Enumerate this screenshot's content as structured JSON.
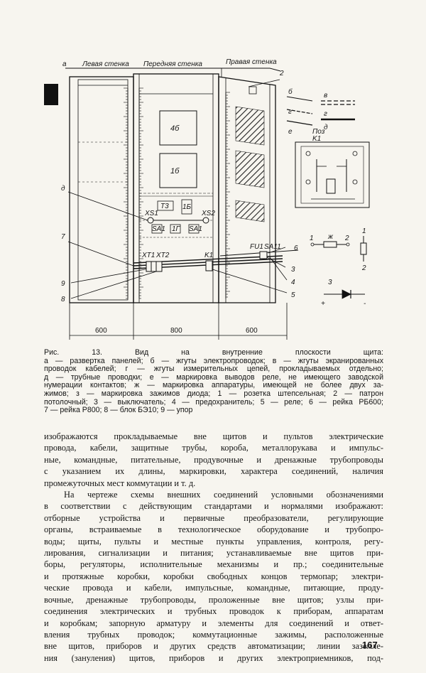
{
  "figure": {
    "labels": {
      "wall_left": "Левая стенка",
      "wall_front": "Передняя стенка",
      "wall_right": "Правая стенка",
      "marker_a": "а",
      "marker_b": "б",
      "marker_v": "в",
      "marker_g1": "г",
      "marker_g2": "г",
      "marker_d": "д",
      "marker_e": "е",
      "marker_zh": "ж",
      "marker_d_left": "д",
      "block_4b": "4б",
      "block_1b": "1б",
      "tag_t3": "Т3",
      "tag_1b": "1Б",
      "tag_sa1": "SA1",
      "tag_1g": "1Г",
      "tag_sa1b": "SA1",
      "xs1": "XS1",
      "xs2": "XS2",
      "xt1": "XT1",
      "xt2": "XT2",
      "k1": "K1",
      "fu1": "FU1",
      "sa11": "SA11",
      "poz": "Поз",
      "poz_k1": "K1",
      "n2": "2",
      "n3": "3",
      "n4": "4",
      "n5": "5",
      "n6": "6",
      "n7": "7",
      "n8": "8",
      "n9": "9",
      "leg_1": "1",
      "leg_2": "2",
      "leg_1v": "1",
      "leg_2v": "2",
      "leg_3": "3",
      "leg_zh": "ж",
      "plus": "+",
      "minus": "-"
    },
    "dimensions": [
      "600",
      "800",
      "600"
    ]
  },
  "caption": {
    "lines": [
      "Рис. 13. Вид на внутренние плоскости щита:",
      "а — развертка панелей; б — жгуты электропроводок; в — жгуты экранированных",
      "проводок кабелей; г — жгуты измерительных цепей, прокладываемых отдельно;",
      "д — трубные проводки; е — маркировка выводов реле, не имеющего заводской",
      "нумерации контактов; ж — маркировка аппаратуры, имеющей не более двух за-",
      "жимов; з — маркировка зажимов диода; 1 — розетка штепсельная; 2 — патрон",
      "потолочный; 3 — выключатель; 4 — предохранитель; 5 — реле; 6 — рейка РБ600;",
      "7 — рейка Р800; 8 — блок БЭ10; 9 — упор"
    ]
  },
  "body": {
    "lines": [
      "изображаются прокладываемые вне щитов и пультов электрические",
      "провода, кабели, защитные трубы, короба, металлорукава и импульс-",
      "ные, командные, питательные, продувочные и дренажные трубопроводы",
      "с указанием их длины, маркировки, характера соединений, наличия",
      "промежуточных мест коммутации и т. д.",
      "На чертеже схемы внешних соединений условными обозначениями",
      "в соответствии с действующим стандартами и нормалями изображают:",
      "отборные устройства и первичные преобразователи, регулирующие",
      "органы, встраиваемые в технологическое оборудование и трубопро-",
      "воды; щиты, пульты и местные пункты управления, контроля, регу-",
      "лирования, сигнализации и питания; устанавливаемые вне щитов при-",
      "боры, регуляторы, исполнительные механизмы и пр.; соединительные",
      "и протяжные коробки, коробки свободных концов термопар; электри-",
      "ческие провода и кабели, импульсные, командные, питающие, проду-",
      "вочные, дренажные трубопроводы, проложенные вне щитов; узлы при-",
      "соединения электрических и трубных проводок к приборам, аппаратам",
      "и коробкам; запорную арматуру и элементы для соединений и ответ-",
      "вления трубных проводок; коммутационные зажимы, расположенные",
      "вне щитов, приборов и других средств автоматизации; линии заземле-",
      "ния (зануления) щитов, приборов и других электроприемников, под-"
    ]
  },
  "page_number": "167"
}
